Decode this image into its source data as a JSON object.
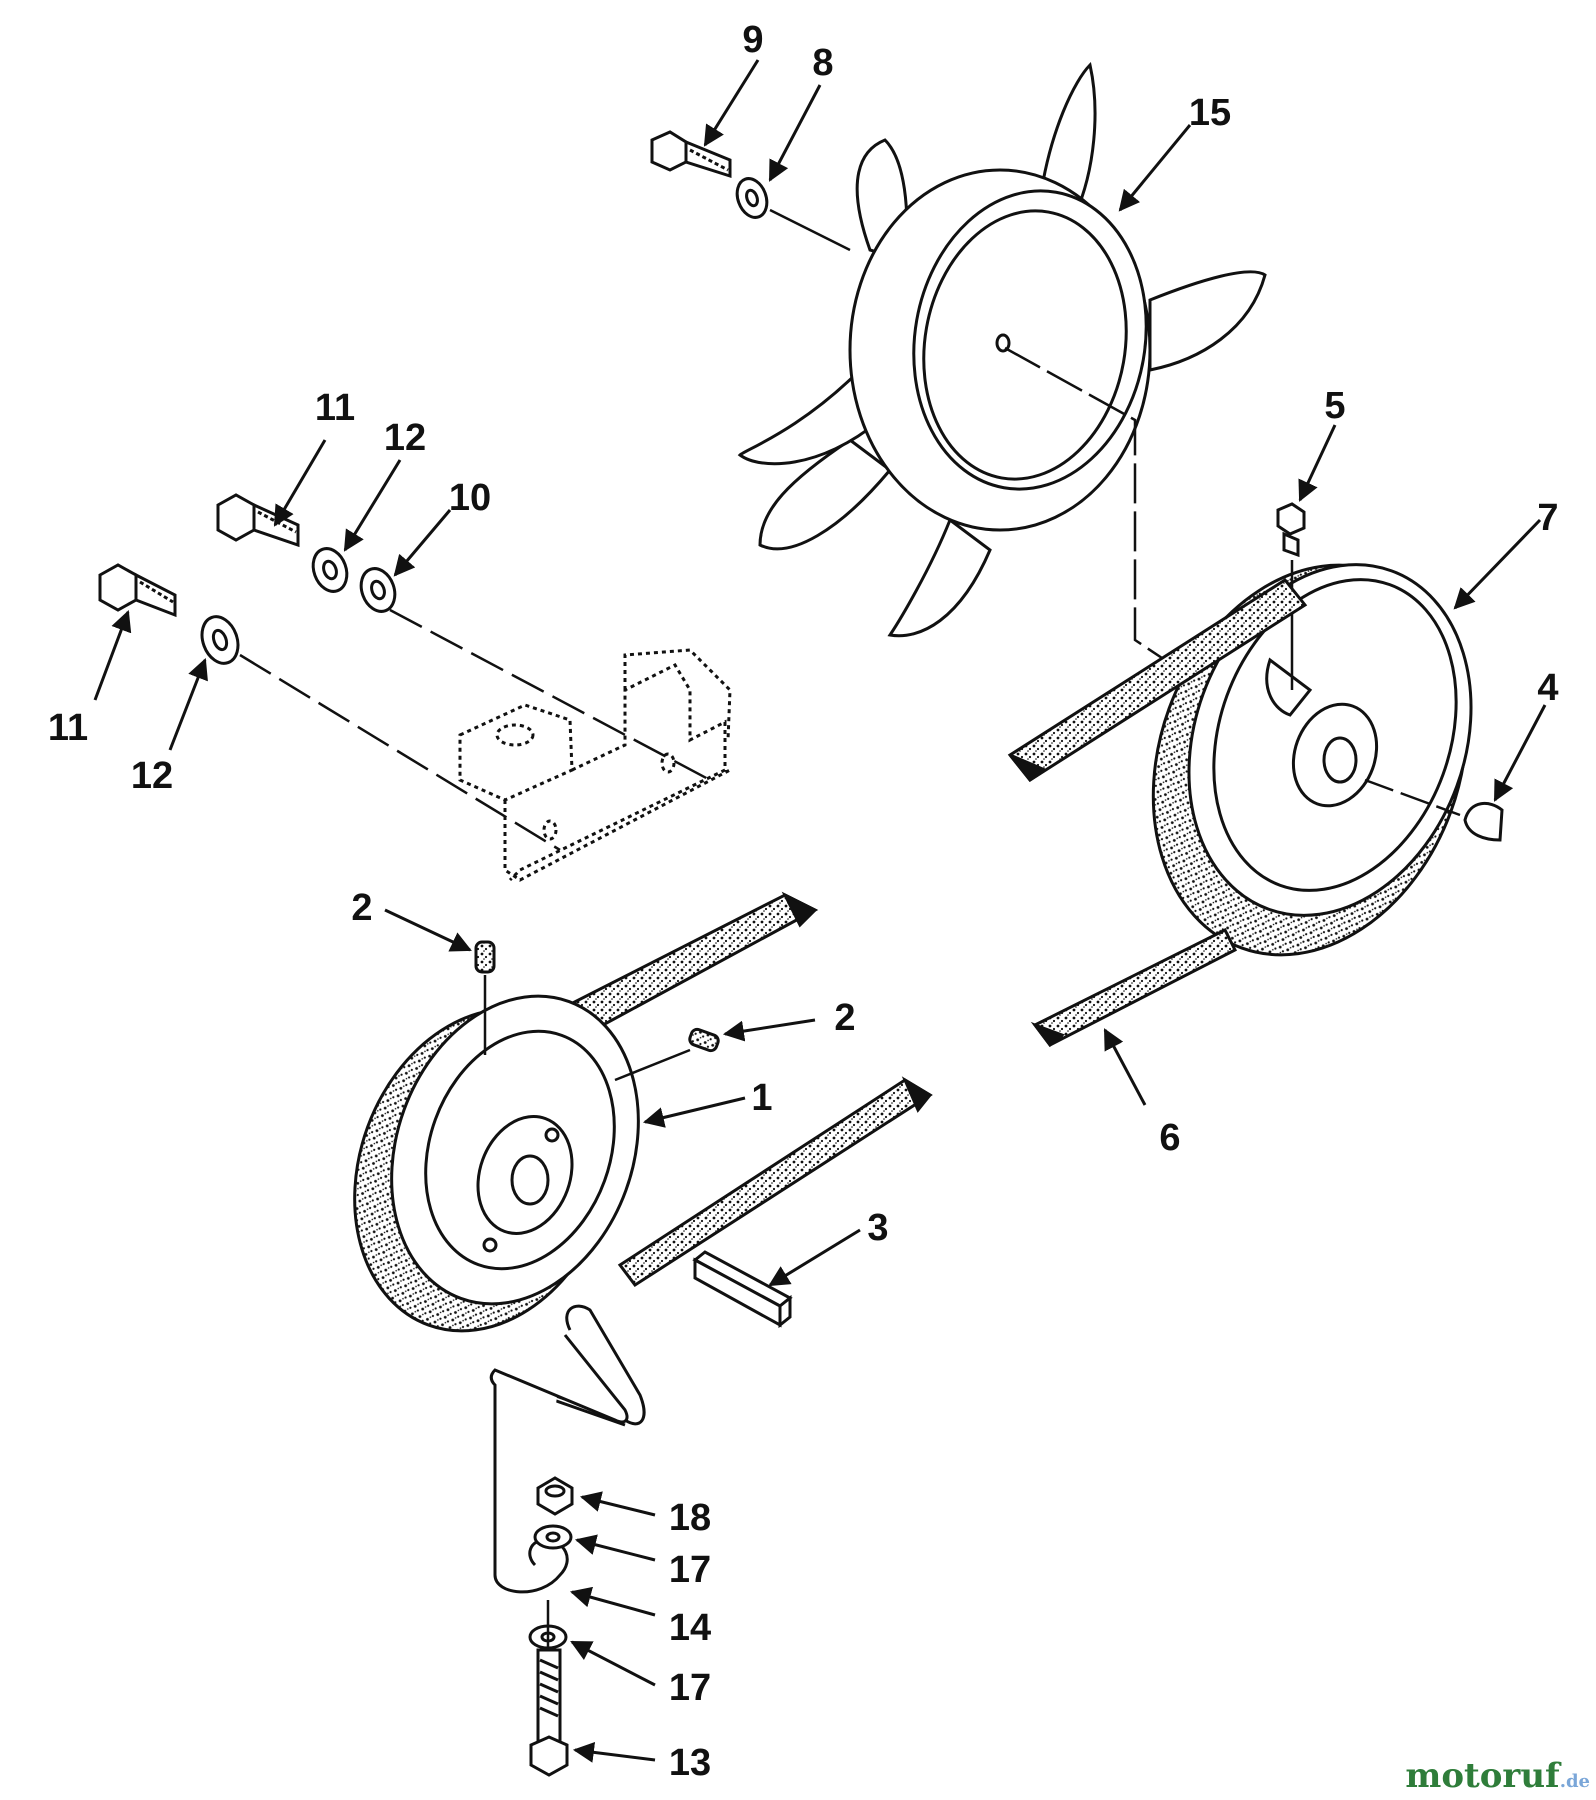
{
  "callouts": {
    "n1": "1",
    "n2a": "2",
    "n2b": "2",
    "n3": "3",
    "n4": "4",
    "n5": "5",
    "n6": "6",
    "n7": "7",
    "n8": "8",
    "n9": "9",
    "n10": "10",
    "n11a": "11",
    "n11b": "11",
    "n12a": "12",
    "n12b": "12",
    "n13": "13",
    "n14": "14",
    "n15": "15",
    "n17a": "17",
    "n17b": "17",
    "n18": "18"
  },
  "watermark": {
    "main": "motoruf",
    "tail": ".de"
  },
  "colors": {
    "ink": "#111111",
    "background": "#ffffff"
  }
}
